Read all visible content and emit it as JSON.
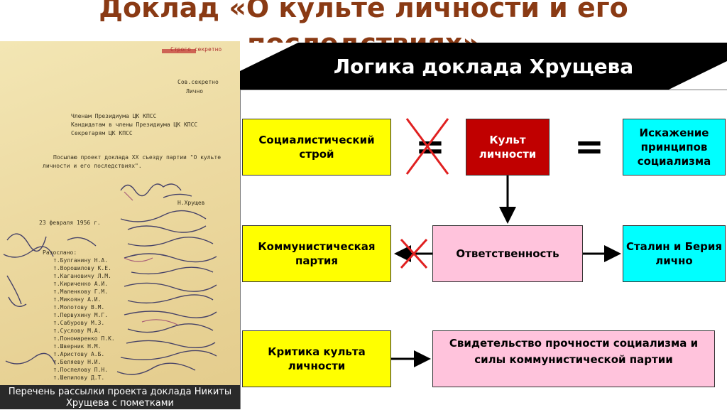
{
  "title": {
    "line1": "Доклад «О культе личности и его",
    "line2": "последствиях»"
  },
  "banner": {
    "text": "Логика доклада Хрущева"
  },
  "document": {
    "caption": "Перечень рассылки проекта доклада Никиты Хрущева с пометками"
  },
  "diagram": {
    "nodes": {
      "socialist_system": "Социалистический строй",
      "cult": "Культ личности",
      "distortion": "Искажение принципов социализма",
      "communist_party": "Коммунистическая партия",
      "responsibility": "Ответственность",
      "stalin_beria": "Сталин и Берия лично",
      "criticism": "Критика культа личности",
      "evidence": "Свидетельство прочности социализма и силы коммунистической партии"
    },
    "symbols": {
      "not_equal": "=",
      "equal": "="
    }
  },
  "colors": {
    "title": "#8a3a14",
    "yellow": "#ffff00",
    "cyan": "#00ffff",
    "pink": "#ffc3dc",
    "dark_red": "#c00000",
    "cross_red": "#e02020"
  }
}
